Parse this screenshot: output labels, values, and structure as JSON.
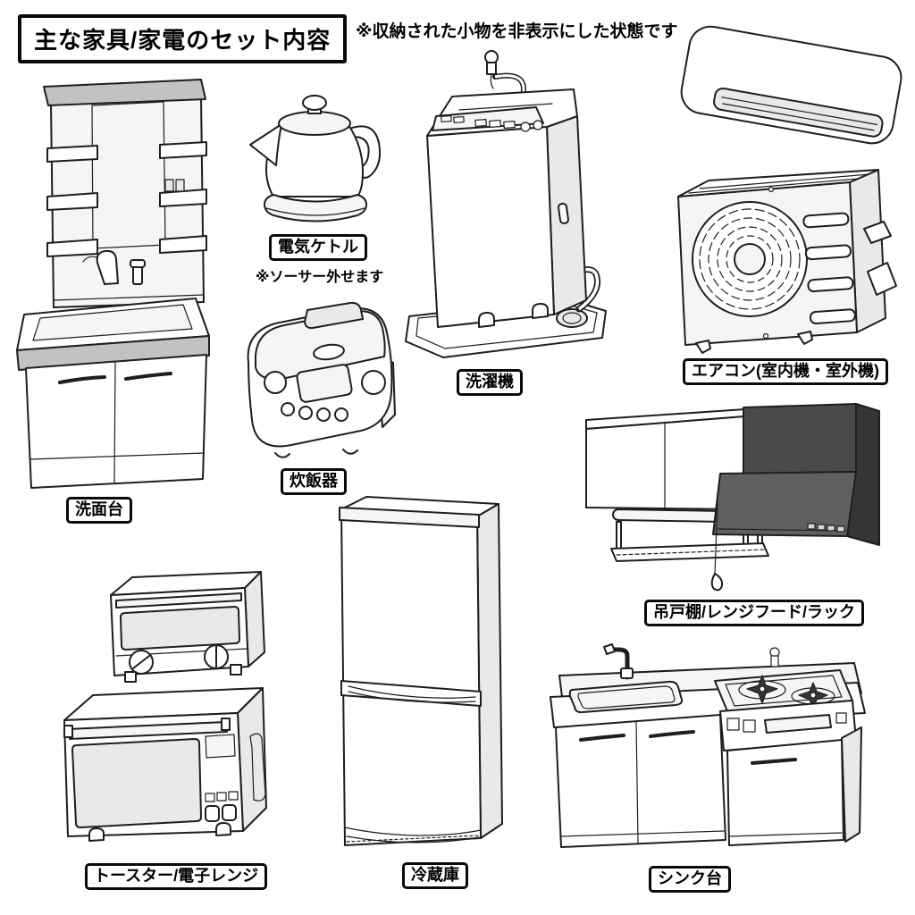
{
  "page": {
    "title": "主な家具/家電のセット内容",
    "note": "※収納された小物を非表示にした状態です"
  },
  "labels": {
    "washbasin": "洗面台",
    "kettle": "電気ケトル",
    "kettle_note": "※ソーサー外せます",
    "rice_cooker": "炊飯器",
    "washing_machine": "洗濯機",
    "aircon": "エアコン(室内機・室外機)",
    "cabinet_hood_rack": "吊戸棚/レンジフード/ラック",
    "toaster_microwave": "トースター/電子レンジ",
    "refrigerator": "冷蔵庫",
    "sink_unit": "シンク台"
  },
  "colors": {
    "line": "#1e1e1e",
    "label_border": "#0a0a0a",
    "hood_front": "#4a4a4a",
    "hood_slant": "#606060",
    "hood_side": "#353535",
    "counter_gray": "#c2c2c2",
    "background": "#ffffff"
  }
}
